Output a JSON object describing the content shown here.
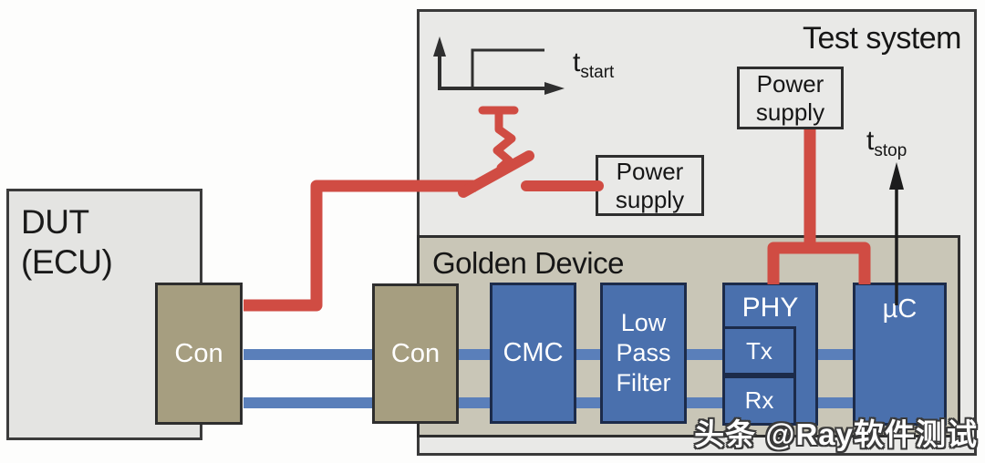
{
  "dut": {
    "line1": "DUT",
    "line2": "(ECU)"
  },
  "test_system": {
    "label": "Test system"
  },
  "golden_device": {
    "label": "Golden Device"
  },
  "power_supply_switched": {
    "line1": "Power",
    "line2": "supply"
  },
  "power_supply_direct": {
    "line1": "Power",
    "line2": "supply"
  },
  "timing": {
    "t_start": {
      "base": "t",
      "sub": "start"
    },
    "t_stop": {
      "base": "t",
      "sub": "stop"
    }
  },
  "blocks": {
    "con_dut": "Con",
    "con_golden": "Con",
    "cmc": "CMC",
    "lpf": {
      "line1": "Low",
      "line2": "Pass",
      "line3": "Filter"
    },
    "phy": "PHY",
    "tx": "Tx",
    "rx": "Rx",
    "uc": "µC"
  },
  "watermark": "头条 @Ray软件测试",
  "colors": {
    "power_line_red": "#d04c43",
    "data_line_blue": "#5a7fba",
    "block_blue": "#4a70ad",
    "connector_tan": "#a69e80",
    "golden_device_bg": "#c9c6b7",
    "test_system_bg": "#e9e9e7",
    "arrow_black": "#2f2f2f"
  }
}
